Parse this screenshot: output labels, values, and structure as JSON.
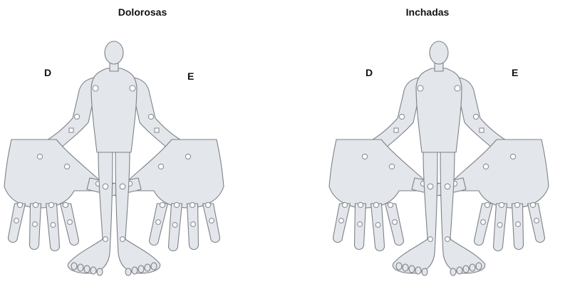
{
  "panels": [
    {
      "title": "Dolorosas",
      "right_side_label": "D",
      "left_side_label": "E"
    },
    {
      "title": "Inchadas",
      "right_side_label": "D",
      "left_side_label": "E"
    }
  ],
  "colors": {
    "body_fill": "#e3e6ea",
    "outline": "#7d8288",
    "joint_marker": "#ffffff"
  }
}
